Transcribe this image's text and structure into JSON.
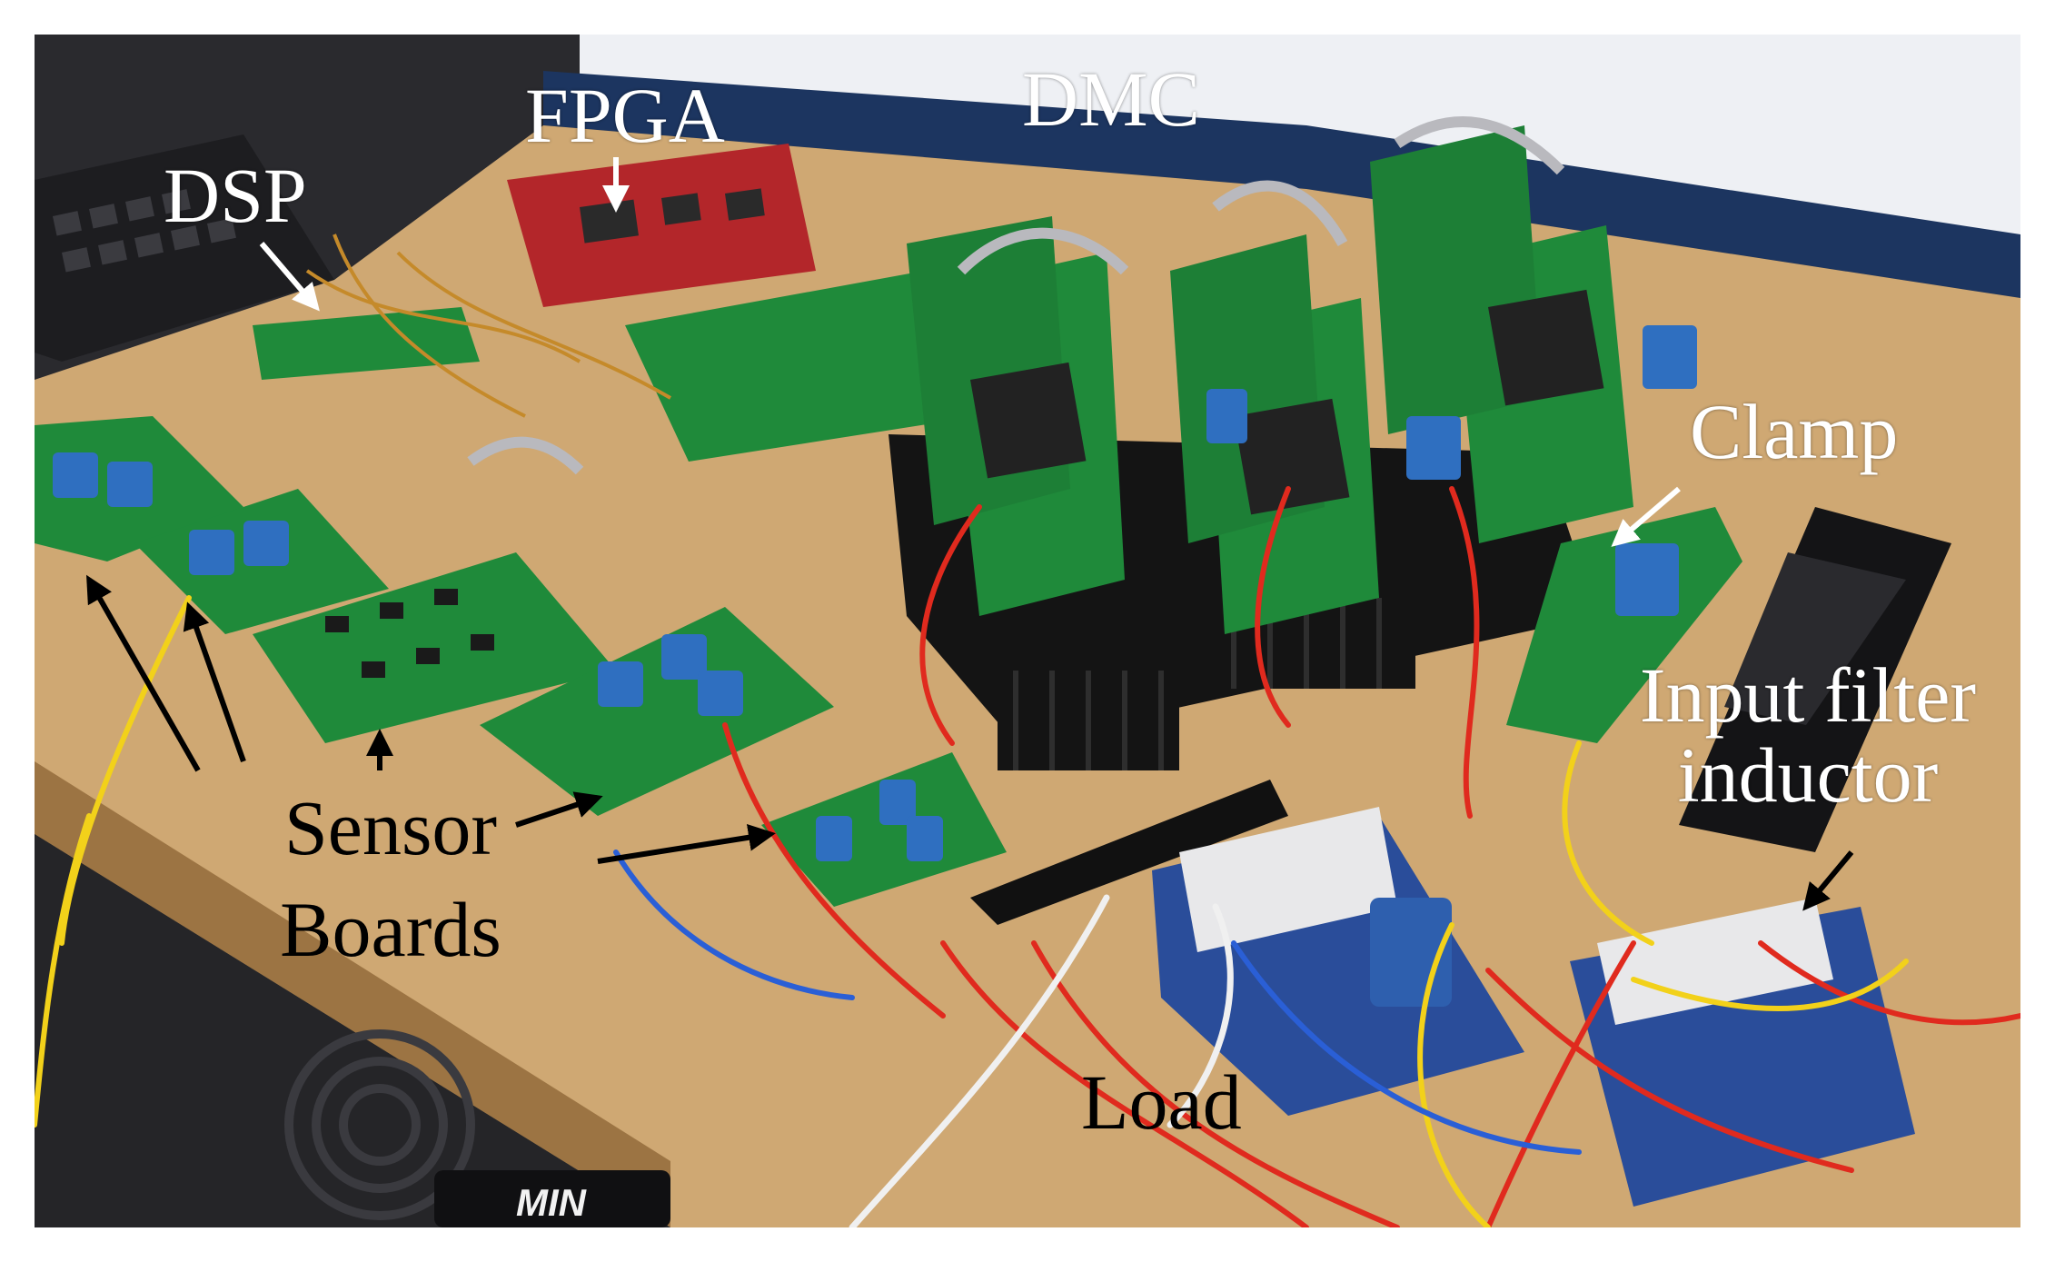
{
  "labels": {
    "dsp": "DSP",
    "fpga": "FPGA",
    "dmc": "DMC",
    "clamp": "Clamp",
    "input_filter_line1": "Input filter",
    "input_filter_line2": "inductor",
    "sensor_line1": "Sensor",
    "sensor_line2": "Boards",
    "load": "Load"
  },
  "visible_sign_text": "MIN",
  "colors": {
    "table": "#cfa873",
    "pcb_green": "#1f8a3a",
    "pcb_red": "#b3262a",
    "heatsink": "#141414",
    "wire_red": "#e02a1e",
    "wire_yellow": "#f2d11a",
    "wire_blue": "#2a5fd6",
    "transformer_blue": "#2a4d9a",
    "cap_blue": "#2f6fc0",
    "wall_blue": "#1c3560",
    "wall_white": "#eef0f4"
  }
}
